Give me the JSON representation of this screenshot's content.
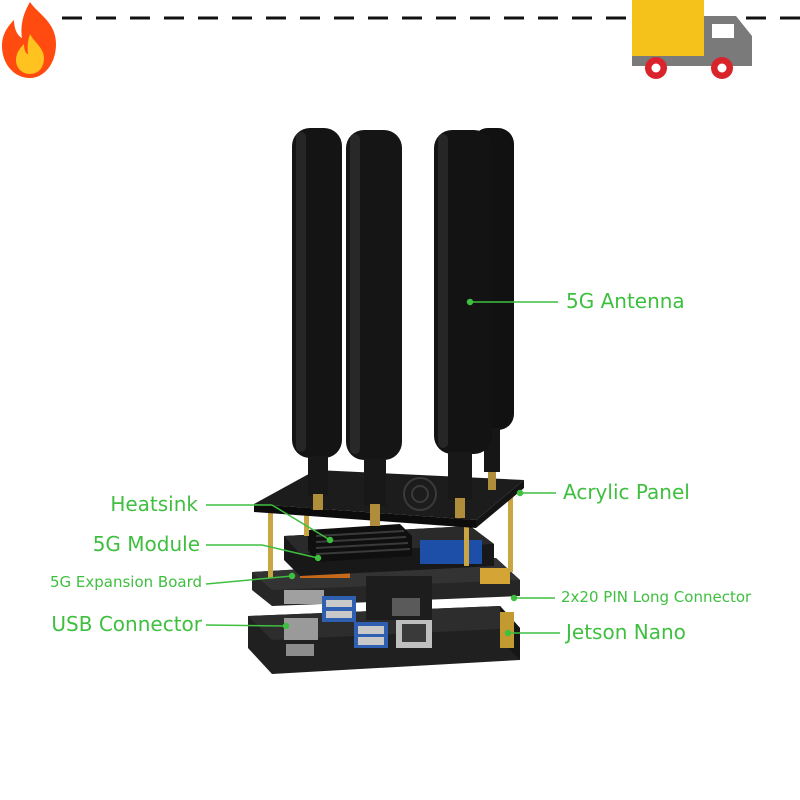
{
  "labels": {
    "antenna": "5G Antenna",
    "acrylic": "Acrylic Panel",
    "pin_connector": "2x20 PIN Long Connector",
    "jetson": "Jetson Nano",
    "heatsink": "Heatsink",
    "module": "5G Module",
    "expansion_board": "5G Expansion Board",
    "usb_connector": "USB Connector"
  },
  "icons": {
    "top_left": "fire-icon",
    "top_right": "delivery-truck-icon"
  },
  "colors": {
    "label": "#3fbf3f",
    "hardware": "#1a1a1a",
    "pcb": "#262626",
    "truck_cargo": "#f5c21b",
    "truck_cab": "#7a7a7a",
    "truck_wheel": "#d8242a",
    "fire_outer": "#ff4a10",
    "fire_inner": "#ffc21f"
  }
}
